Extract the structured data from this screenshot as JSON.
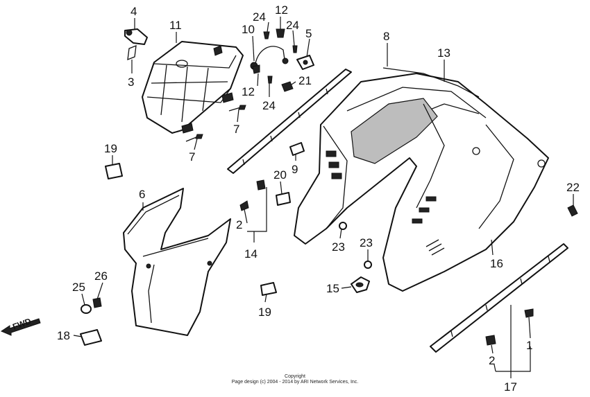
{
  "diagram": {
    "direction_label": "FWD",
    "callouts": [
      {
        "id": "c4",
        "text": "4"
      },
      {
        "id": "c11",
        "text": "11"
      },
      {
        "id": "c3",
        "text": "3"
      },
      {
        "id": "c24a",
        "text": "24"
      },
      {
        "id": "c12a",
        "text": "12"
      },
      {
        "id": "c10",
        "text": "10"
      },
      {
        "id": "c24b",
        "text": "24"
      },
      {
        "id": "c5",
        "text": "5"
      },
      {
        "id": "c12b",
        "text": "12"
      },
      {
        "id": "c21",
        "text": "21"
      },
      {
        "id": "c24c",
        "text": "24"
      },
      {
        "id": "c7a",
        "text": "7"
      },
      {
        "id": "c7b",
        "text": "7"
      },
      {
        "id": "c8",
        "text": "8"
      },
      {
        "id": "c13",
        "text": "13"
      },
      {
        "id": "c19a",
        "text": "19"
      },
      {
        "id": "c9",
        "text": "9"
      },
      {
        "id": "c20",
        "text": "20"
      },
      {
        "id": "c6",
        "text": "6"
      },
      {
        "id": "c2a",
        "text": "2"
      },
      {
        "id": "c14",
        "text": "14"
      },
      {
        "id": "c22",
        "text": "22"
      },
      {
        "id": "c23a",
        "text": "23"
      },
      {
        "id": "c23b",
        "text": "23"
      },
      {
        "id": "c16",
        "text": "16"
      },
      {
        "id": "c15",
        "text": "15"
      },
      {
        "id": "c25",
        "text": "25"
      },
      {
        "id": "c26",
        "text": "26"
      },
      {
        "id": "c19b",
        "text": "19"
      },
      {
        "id": "c18",
        "text": "18"
      },
      {
        "id": "c1",
        "text": "1"
      },
      {
        "id": "c2b",
        "text": "2"
      },
      {
        "id": "c17",
        "text": "17"
      }
    ]
  },
  "footer": {
    "line1": "Copyright",
    "line2": "Page design (c) 2004 - 2014 by ARI Network Services, Inc."
  }
}
